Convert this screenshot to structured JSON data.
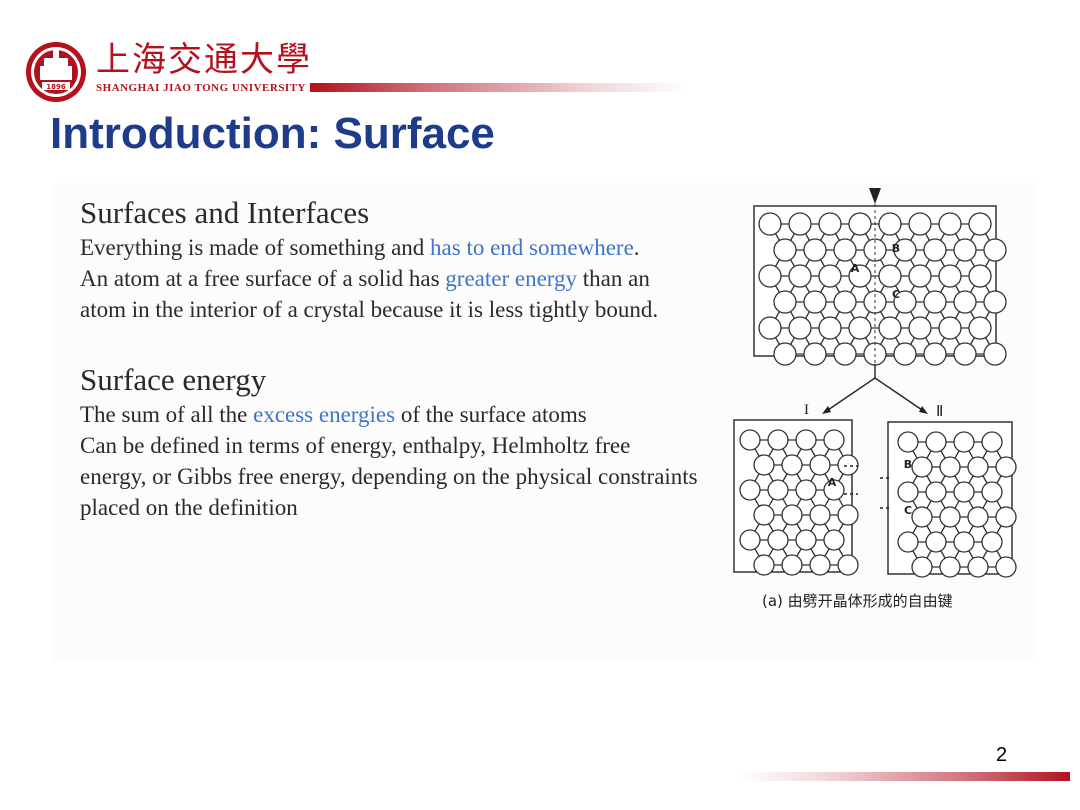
{
  "header": {
    "university_cn": "上海交通大學",
    "university_en": "SHANGHAI JIAO TONG UNIVERSITY",
    "logo_icon": "university-seal-icon",
    "logo_text": "1896"
  },
  "title": "Introduction: Surface",
  "sections": [
    {
      "heading": "Surfaces and Interfaces",
      "p1": {
        "a": "Everything is made of something and ",
        "b": "has to end somewhere",
        "c": "."
      },
      "p2": {
        "a": "An atom at a free surface of a solid has ",
        "b": "greater energy",
        "c": " than an atom in the interior of a crystal because it is less tightly bound."
      }
    },
    {
      "heading": "Surface energy",
      "p1": {
        "a": "The sum of all the ",
        "b": "excess energies",
        "c": " of the surface atoms"
      },
      "p2": "Can be defined in terms of energy, enthalpy, Helmholtz free energy, or Gibbs free energy, depending on the physical constraints placed on the definition"
    }
  ],
  "figure": {
    "label_A": "A",
    "label_B": "B",
    "label_C": "C",
    "label_I": "I",
    "label_II": "Ⅱ",
    "caption": "(a) 由劈开晶体形成的自由键"
  },
  "page_number": "2",
  "colors": {
    "brand_red": "#b3111d",
    "title_blue": "#1f3c8c",
    "highlight_blue": "#3f74c8"
  }
}
